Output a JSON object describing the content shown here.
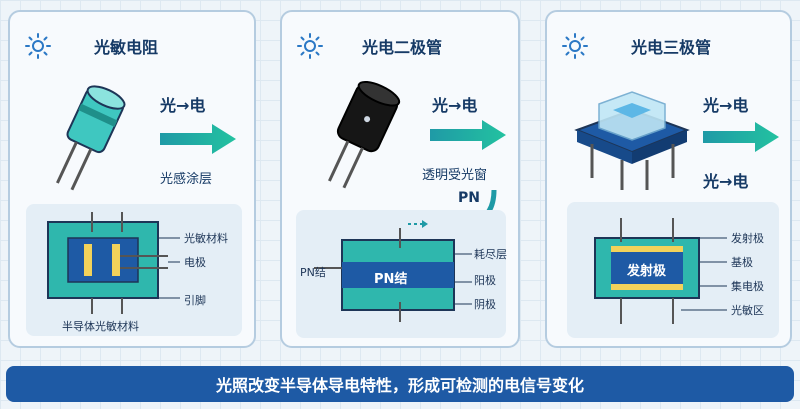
{
  "panels": [
    {
      "title": "光敏电阻",
      "relation": "光→电",
      "coating": "光感涂层",
      "callouts": [
        "光敏材料",
        "电极",
        "引脚"
      ],
      "bottom_label": "半导体光敏材料"
    },
    {
      "title": "光电二极管",
      "relation": "光→电",
      "window": "透明受光窗",
      "pn_arrow": "PN",
      "pn_left": "PN结",
      "pn_center": "PN结",
      "callouts": [
        "耗尽层",
        "阳极",
        "阴极"
      ]
    },
    {
      "title": "光电三极管",
      "relation_top": "光→电",
      "relation_bottom": "光→电",
      "chip": "发射极",
      "callouts": [
        "发射极",
        "基极",
        "集电极",
        "光敏区"
      ]
    }
  ],
  "banner": "光照改变半导体导电特性，形成可检测的电信号变化",
  "colors": {
    "navy": "#163a66",
    "teal": "#2bb8a8",
    "banner": "#1e5aa5",
    "yellow": "#f2d25a"
  }
}
